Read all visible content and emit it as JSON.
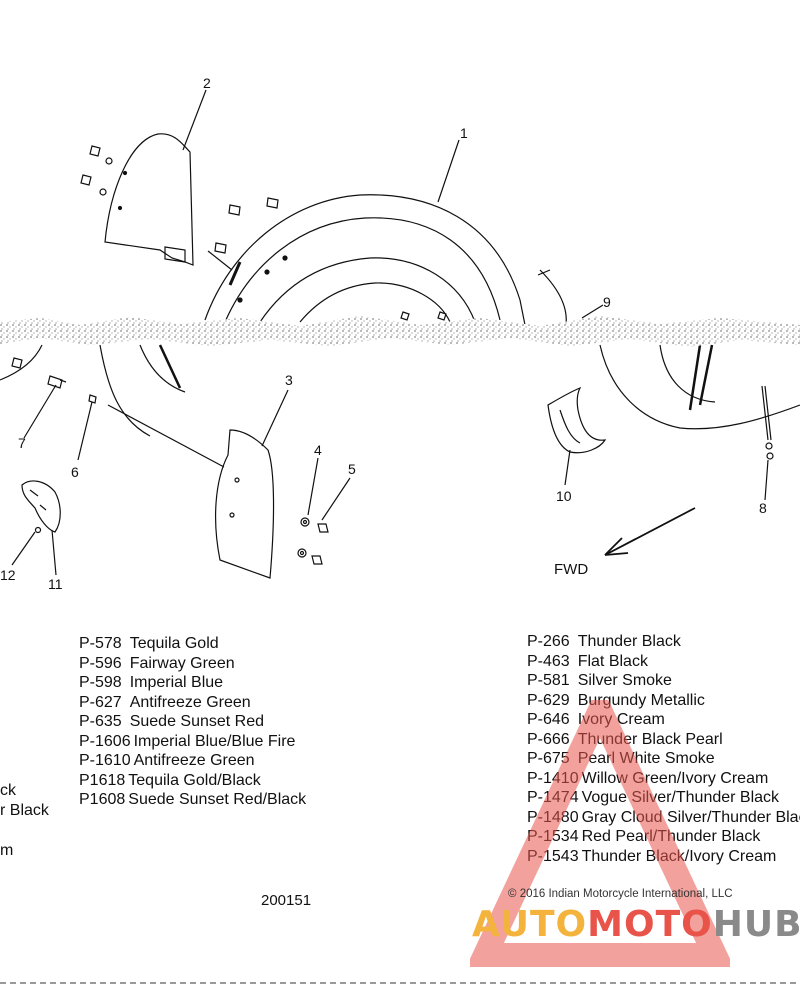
{
  "callouts": [
    "1",
    "2",
    "3",
    "4",
    "5",
    "6",
    "7",
    "8",
    "9",
    "10",
    "11",
    "12"
  ],
  "direction_label": "FWD",
  "drawing_number": "200151",
  "copyright": "2016 Indian Motorcycle International, LLC",
  "watermark": {
    "part1": "AUTO",
    "part2": "MOTO",
    "part3": "HUB"
  },
  "left_colors": [
    {
      "code": "P-578",
      "name": "Tequila Gold"
    },
    {
      "code": "P-596",
      "name": "Fairway Green"
    },
    {
      "code": "P-598",
      "name": "Imperial Blue"
    },
    {
      "code": "P-627",
      "name": "Antifreeze Green"
    },
    {
      "code": "P-635",
      "name": "Suede Sunset Red"
    },
    {
      "code": "P-1606",
      "name": "Imperial Blue/Blue Fire"
    },
    {
      "code": "P-1610",
      "name": "Antifreeze Green"
    },
    {
      "code": "P1618",
      "name": "Tequila Gold/Black"
    },
    {
      "code": "P1608",
      "name": "Suede Sunset Red/Black"
    }
  ],
  "right_colors": [
    {
      "code": "P-266",
      "name": "Thunder Black"
    },
    {
      "code": "P-463",
      "name": "Flat Black"
    },
    {
      "code": "P-581",
      "name": "Silver Smoke"
    },
    {
      "code": "P-629",
      "name": "Burgundy Metallic"
    },
    {
      "code": "P-646",
      "name": "Ivory Cream"
    },
    {
      "code": "P-666",
      "name": "Thunder Black Pearl"
    },
    {
      "code": "P-675",
      "name": "Pearl White Smoke"
    },
    {
      "code": "P-1410",
      "name": "Willow Green/Ivory Cream"
    },
    {
      "code": "P-1474",
      "name": "Vogue Silver/Thunder Black"
    },
    {
      "code": "P-1480",
      "name": "Gray Cloud Silver/Thunder Black"
    },
    {
      "code": "P-1534",
      "name": "Red Pearl/Thunder Black"
    },
    {
      "code": "P-1543",
      "name": "Thunder Black/Ivory Cream"
    }
  ],
  "cut_fragments": [
    "ck",
    "r Black",
    "m"
  ]
}
